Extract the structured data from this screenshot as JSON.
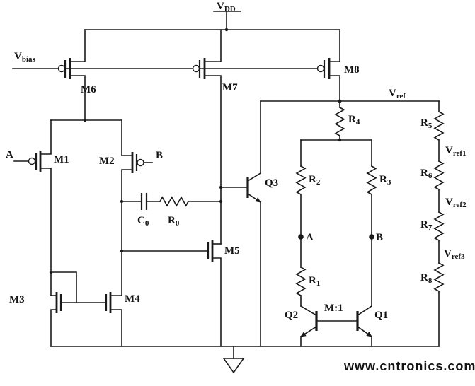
{
  "colors": {
    "stroke": "#1a1a1a",
    "background": "#ffffff"
  },
  "watermark": {
    "text": "www.cntronics.com",
    "color": "#95d095"
  },
  "labels": {
    "vdd": {
      "base": "V",
      "sub": "DD"
    },
    "vbias": {
      "base": "V",
      "sub": "bias"
    },
    "vref": {
      "base": "V",
      "sub": "ref"
    },
    "vref1": {
      "base": "V",
      "sub": "ref1"
    },
    "vref2": {
      "base": "V",
      "sub": "ref2"
    },
    "vref3": {
      "base": "V",
      "sub": "ref3"
    },
    "m1": "M1",
    "m2": "M2",
    "m3": "M3",
    "m4": "M4",
    "m5": "M5",
    "m6": "M6",
    "m7": "M7",
    "m8": "M8",
    "q1": "Q1",
    "q2": "Q2",
    "q3": "Q3",
    "c0": {
      "base": "C",
      "sub": "0"
    },
    "r0": {
      "base": "R",
      "sub": "0"
    },
    "r1": {
      "base": "R",
      "sub": "1"
    },
    "r2": {
      "base": "R",
      "sub": "2"
    },
    "r3": {
      "base": "R",
      "sub": "3"
    },
    "r4": {
      "base": "R",
      "sub": "4"
    },
    "r5": {
      "base": "R",
      "sub": "5"
    },
    "r6": {
      "base": "R",
      "sub": "6"
    },
    "r7": {
      "base": "R",
      "sub": "7"
    },
    "r8": {
      "base": "R",
      "sub": "8"
    },
    "input_a": "A",
    "input_b": "B",
    "node_a": "A",
    "node_b": "B",
    "ratio": "M:1"
  }
}
